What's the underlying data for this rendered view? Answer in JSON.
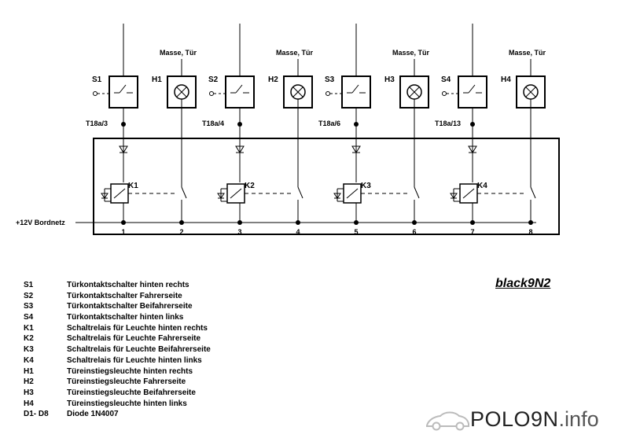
{
  "modules": [
    {
      "switch_label": "S1",
      "lamp_label": "H1",
      "relay_label": "K1",
      "connector_label": "T18a/3",
      "lamp_ground_label": "Masse, Tür",
      "relay_pin": "1",
      "contact_pin": "2"
    },
    {
      "switch_label": "S2",
      "lamp_label": "H2",
      "relay_label": "K2",
      "connector_label": "T18a/4",
      "lamp_ground_label": "Masse, Tür",
      "relay_pin": "3",
      "contact_pin": "4"
    },
    {
      "switch_label": "S3",
      "lamp_label": "H3",
      "relay_label": "K3",
      "connector_label": "T18a/6",
      "lamp_ground_label": "Masse, Tür",
      "relay_pin": "5",
      "contact_pin": "6"
    },
    {
      "switch_label": "S4",
      "lamp_label": "H4",
      "relay_label": "K4",
      "connector_label": "T18a/13",
      "lamp_ground_label": "Masse, Tür",
      "relay_pin": "7",
      "contact_pin": "8"
    }
  ],
  "supply_label": "+12V Bordnetz",
  "legend": [
    {
      "code": "S1",
      "text": "Türkontaktschalter hinten rechts"
    },
    {
      "code": "S2",
      "text": "Türkontaktschalter Fahrerseite"
    },
    {
      "code": "S3",
      "text": "Türkontaktschalter Beifahrerseite"
    },
    {
      "code": "S4",
      "text": "Türkontaktschalter hinten links"
    },
    {
      "code": "K1",
      "text": "Schaltrelais für Leuchte hinten rechts"
    },
    {
      "code": "K2",
      "text": "Schaltrelais für Leuchte Fahrerseite"
    },
    {
      "code": "K3",
      "text": "Schaltrelais für Leuchte Beifahrerseite"
    },
    {
      "code": "K4",
      "text": "Schaltrelais für Leuchte hinten links"
    },
    {
      "code": "H1",
      "text": "Türeinstiegsleuchte hinten rechts"
    },
    {
      "code": "H2",
      "text": "Türeinstiegsleuchte Fahrerseite"
    },
    {
      "code": "H3",
      "text": "Türeinstiegsleuchte Beifahrerseite"
    },
    {
      "code": "H4",
      "text": "Türeinstiegsleuchte hinten links"
    },
    {
      "code": "D1- D8",
      "text": "Diode 1N4007"
    }
  ],
  "author": "black9N2",
  "brand": {
    "name": "POLO9N",
    "suffix": ".info"
  }
}
